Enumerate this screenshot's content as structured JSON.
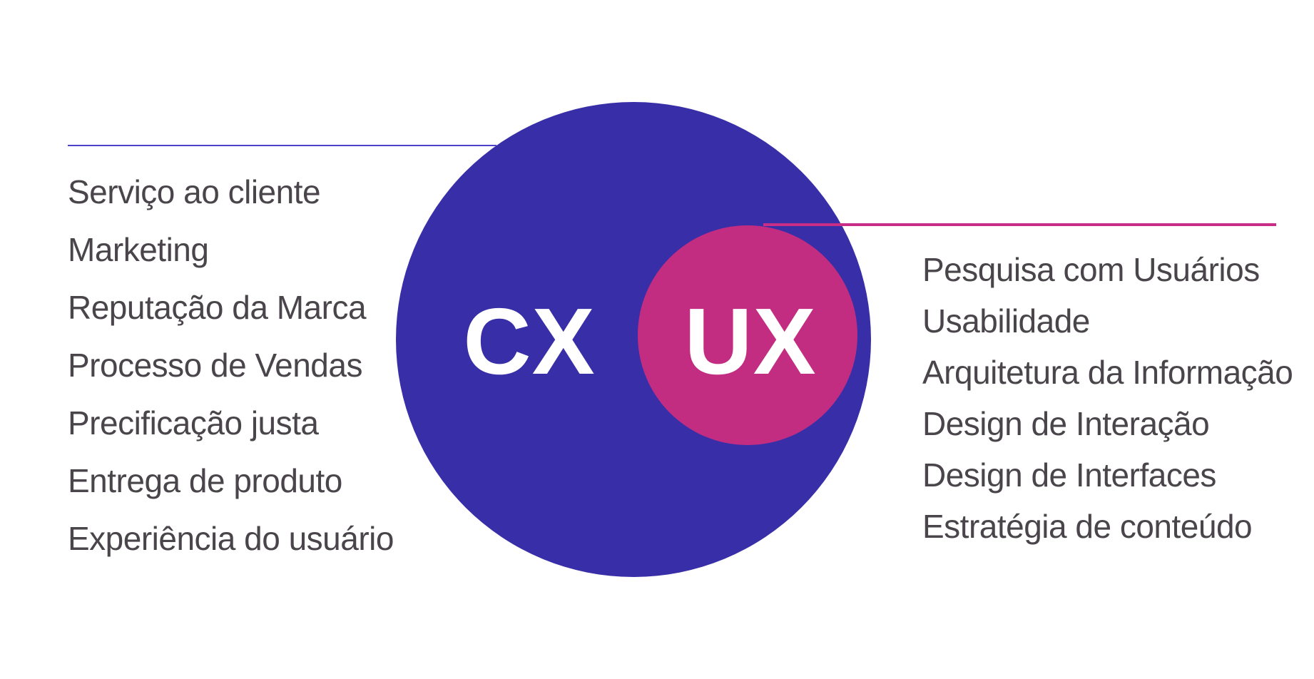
{
  "diagram": {
    "cx": {
      "label": "CX",
      "items": [
        "Serviço ao cliente",
        "Marketing",
        "Reputação da Marca",
        "Processo de Vendas",
        "Precificação justa",
        "Entrega de produto",
        "Experiência do usuário"
      ]
    },
    "ux": {
      "label": "UX",
      "items": [
        "Pesquisa com Usuários",
        "Usabilidade",
        "Arquitetura da Informação",
        "Design de Interação",
        "Design de Interfaces",
        "Estratégia de conteúdo"
      ]
    }
  },
  "colors": {
    "cx_circle": "#382FA8",
    "ux_circle": "#C32D81",
    "cx_line": "#4D42C8",
    "ux_line": "#C92E87",
    "text": "#4A454A",
    "label_text": "#FFFFFF",
    "background": "#FFFFFF"
  }
}
